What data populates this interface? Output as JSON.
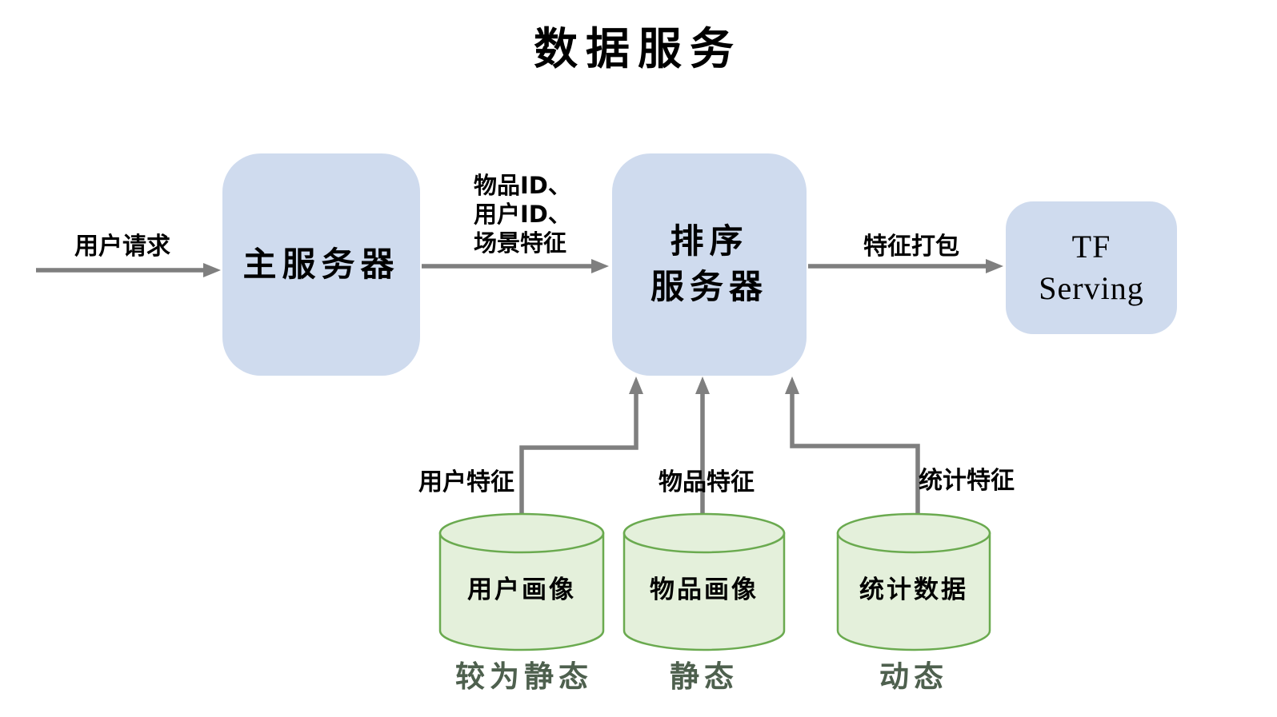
{
  "title": "数据服务",
  "colors": {
    "node_fill": "#cfdbee",
    "arrow_gray": "#7f7f7f",
    "db_fill": "#e4f0db",
    "db_stroke": "#6aaa4f",
    "state_text": "#4e604e",
    "text": "#000000"
  },
  "nodes": {
    "main_server": {
      "label": "主服务器"
    },
    "ranking_server": {
      "line1": "排序",
      "line2": "服务器"
    },
    "tf_serving": {
      "line1": "TF",
      "line2": "Serving"
    }
  },
  "edges": {
    "user_request": {
      "label": "用户请求"
    },
    "to_ranking": {
      "lines": [
        "物品ID、",
        "用户ID、",
        "场景特征"
      ]
    },
    "feature_pack": {
      "label": "特征打包"
    },
    "user_feature": {
      "label": "用户特征"
    },
    "item_feature": {
      "label": "物品特征"
    },
    "stat_feature": {
      "label": "统计特征"
    }
  },
  "databases": [
    {
      "label": "用户画像",
      "state": "较为静态"
    },
    {
      "label": "物品画像",
      "state": "静态"
    },
    {
      "label": "统计数据",
      "state": "动态"
    }
  ]
}
